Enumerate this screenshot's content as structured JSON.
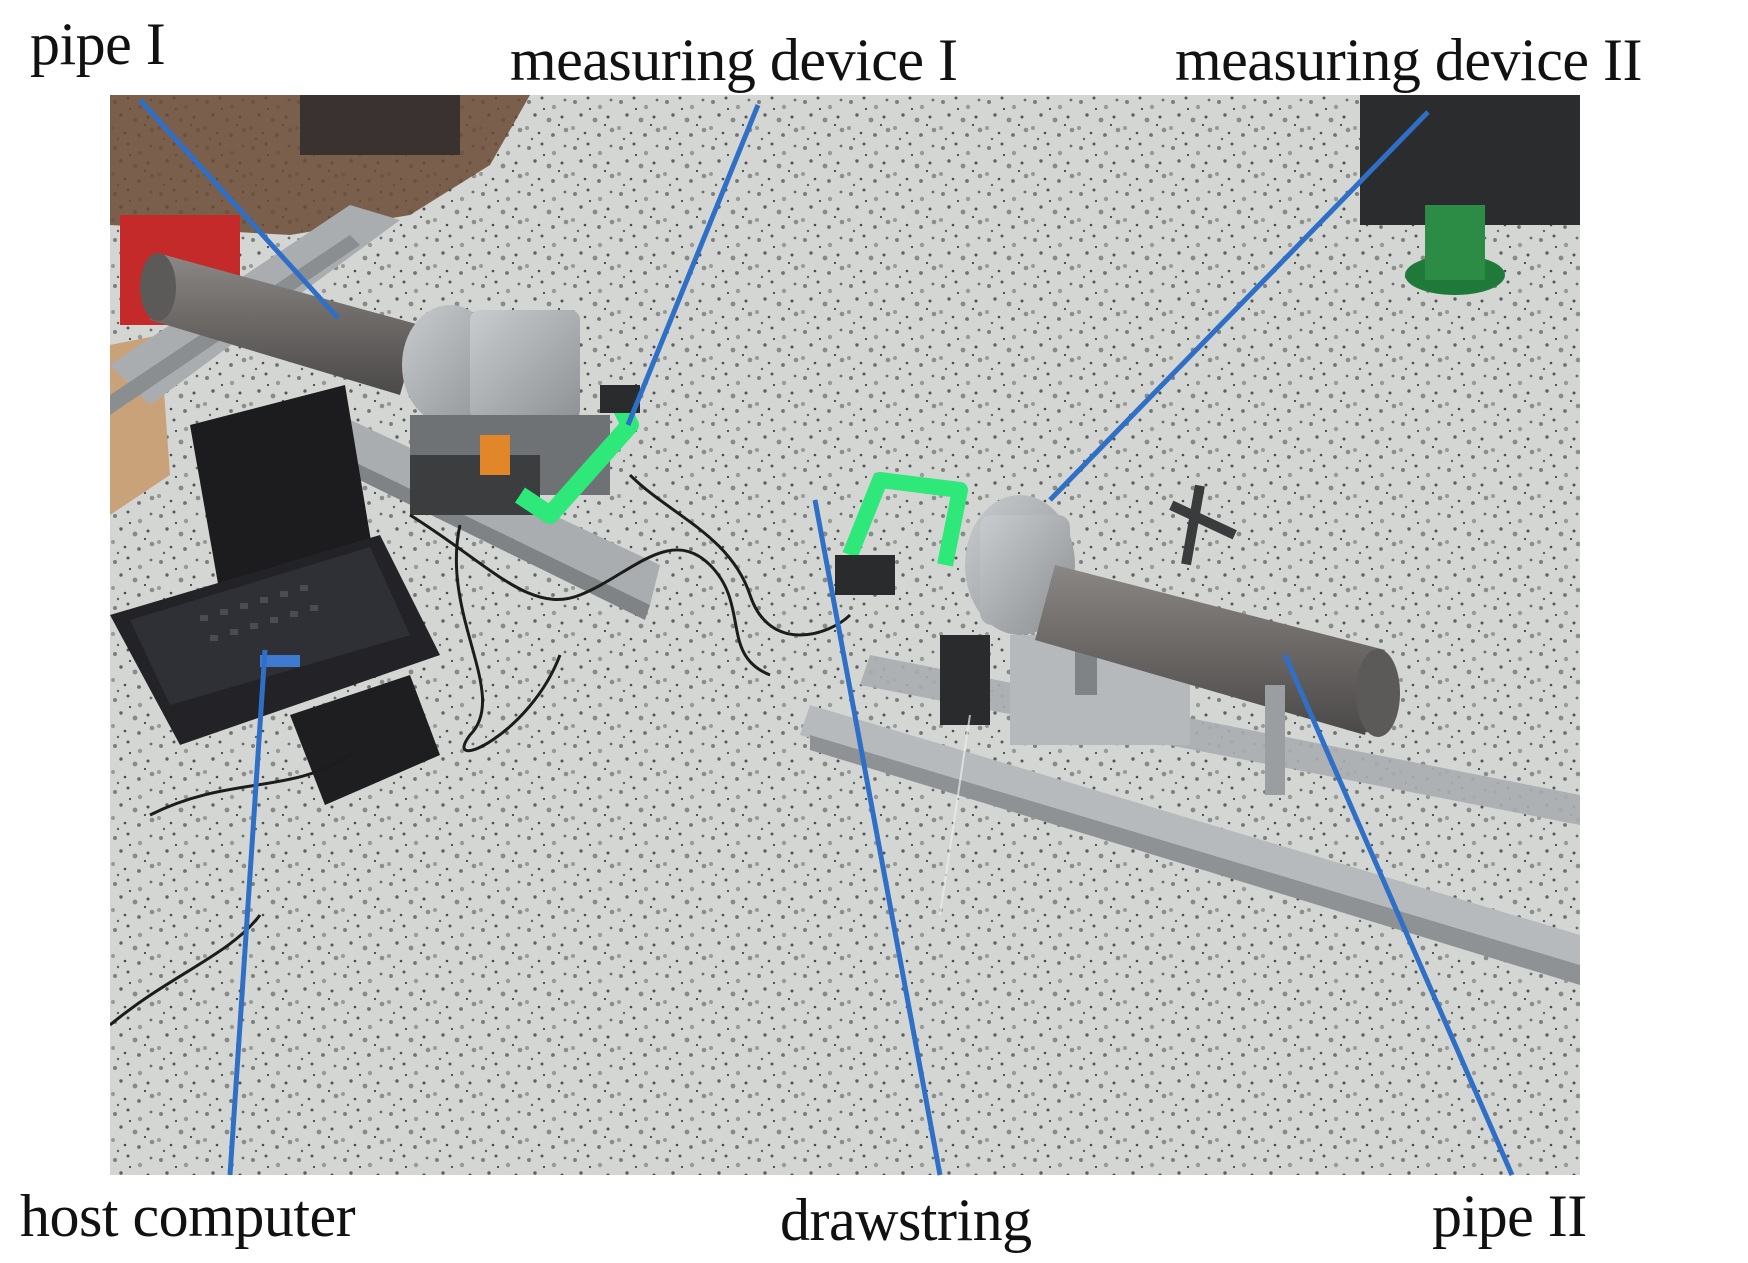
{
  "labels": {
    "pipe_1": "pipe I",
    "measuring_device_1": "measuring device I",
    "measuring_device_2": "measuring device II",
    "host_computer": "host computer",
    "drawstring": "drawstring",
    "pipe_2": "pipe II"
  },
  "colors": {
    "leader_line": "#2f6fc6",
    "floor": "#c9cbc8",
    "rail": "#a9adb0",
    "pipe": "#6e6c6a",
    "bracket_green": "#2ee87a",
    "laptop": "#1c1c1f"
  }
}
